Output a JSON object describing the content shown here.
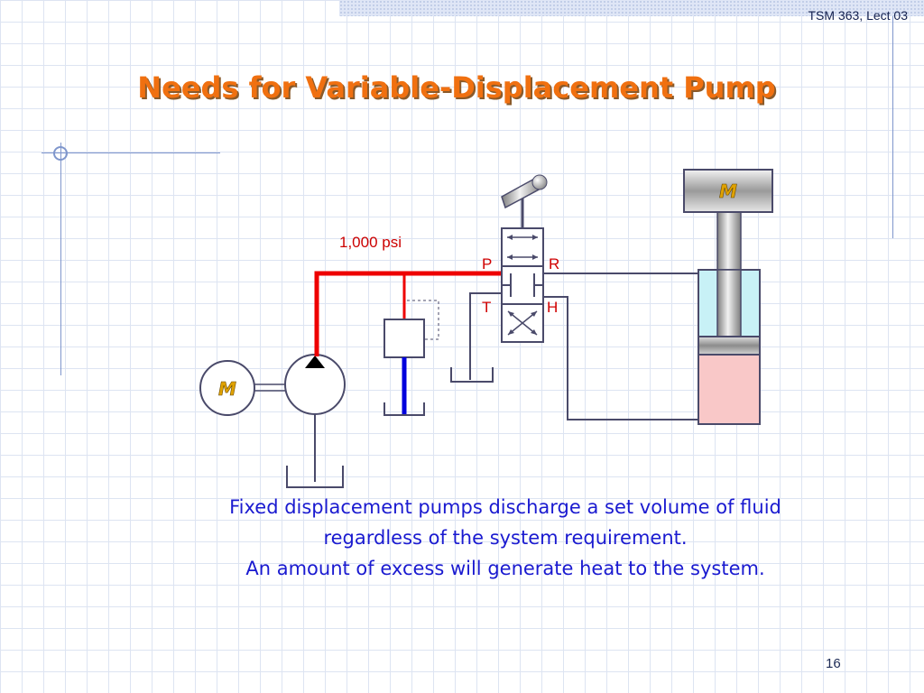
{
  "header": {
    "course_label": "TSM 363, Lect 03"
  },
  "title": "Needs for Variable-Displacement Pump",
  "diagram": {
    "pressure_label": "1,000 psi",
    "motor_label": "M",
    "load_label": "M",
    "valve_ports": {
      "p": "P",
      "r": "R",
      "t": "T",
      "h": "H"
    },
    "colors": {
      "pressure_line": "#ee0000",
      "relief_line": "#0000dd",
      "cylinder_rod_side": "#c8f1f6",
      "cylinder_cap_side": "#f9c8c8",
      "motor_label": "#e0a200",
      "port_label": "#d00000"
    }
  },
  "caption": {
    "line1": "Fixed displacement pumps discharge a set volume of fluid",
    "line2": "regardless of the system requirement.",
    "line3": "An amount of excess will generate heat to the system."
  },
  "footer": {
    "page_number": "16"
  }
}
